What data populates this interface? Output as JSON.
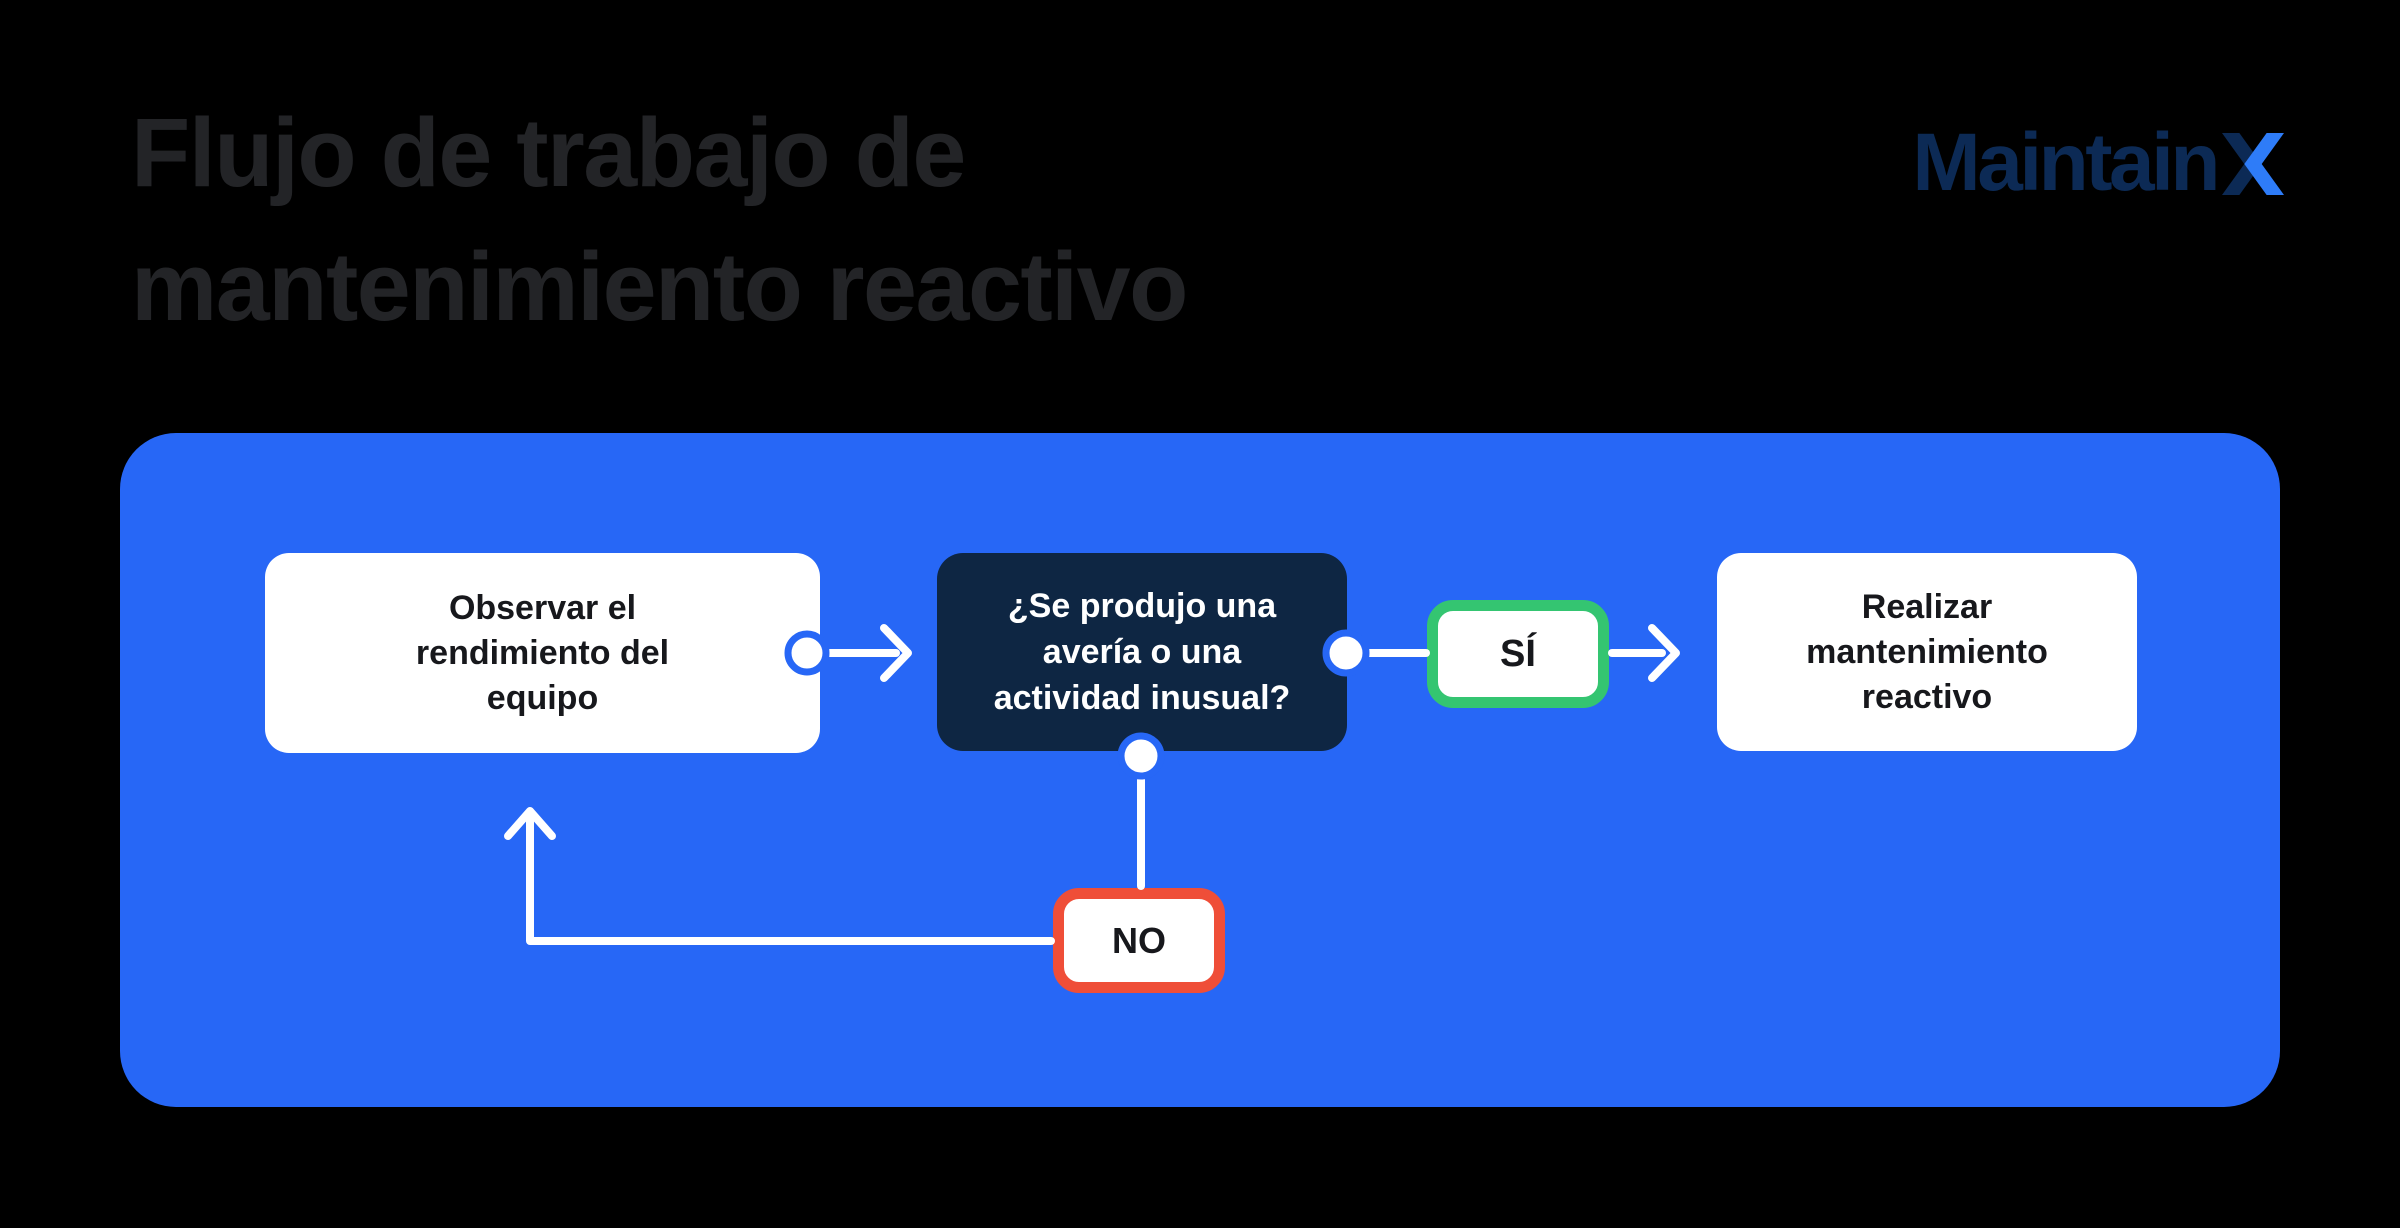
{
  "page": {
    "background": "#000000"
  },
  "header": {
    "title_line1": "Flujo de trabajo de",
    "title_line2": "mantenimiento reactivo",
    "title_color": "#232427"
  },
  "logo": {
    "wordmark": "Maintain",
    "x_letter": "X",
    "navy_color": "#0C2A55",
    "blue_color": "#2E7CF8"
  },
  "panel": {
    "background_color": "#2767F6"
  },
  "flowchart": {
    "nodes": [
      {
        "id": "observe",
        "style": "white-box",
        "lines": [
          "Observar el",
          "rendimiento del",
          "equipo"
        ]
      },
      {
        "id": "question",
        "style": "navy-box",
        "lines": [
          "¿Se produjo una",
          "avería o una",
          "actividad inusual?"
        ]
      },
      {
        "id": "yes",
        "style": "green-outline-badge",
        "label": "SÍ"
      },
      {
        "id": "perform",
        "style": "white-box",
        "lines": [
          "Realizar",
          "mantenimiento",
          "reactivo"
        ]
      },
      {
        "id": "no",
        "style": "red-outline-badge",
        "label": "NO"
      }
    ],
    "edges": [
      {
        "from": "observe",
        "to": "question",
        "type": "arrow-right"
      },
      {
        "from": "question",
        "to": "yes",
        "type": "line-right"
      },
      {
        "from": "yes",
        "to": "perform",
        "type": "arrow-right"
      },
      {
        "from": "question",
        "to": "no",
        "type": "line-down"
      },
      {
        "from": "no",
        "to": "observe",
        "type": "elbow-arrow-up"
      }
    ],
    "colors": {
      "navy_node": "#0E2643",
      "yes_border": "#34C571",
      "no_border": "#EF4E38",
      "connector": "#FFFFFF",
      "connector_ring": "#2767F6"
    }
  }
}
